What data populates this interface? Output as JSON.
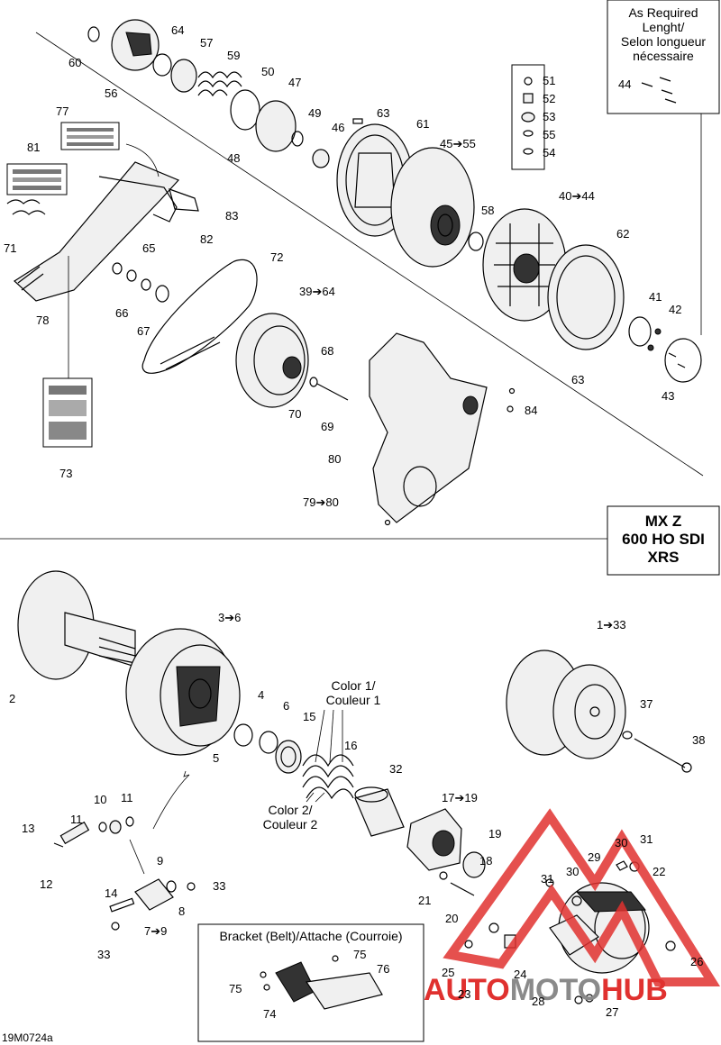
{
  "notes": {
    "as_required": [
      "As Required",
      "Lenght/",
      "Selon longueur",
      "nécessaire"
    ],
    "model": [
      "MX Z",
      "600 HO SDI",
      "XRS"
    ],
    "color1": [
      "Color 1/",
      "Couleur 1"
    ],
    "color2": [
      "Color 2/",
      "Couleur 2"
    ],
    "bracket": "Bracket (Belt)/Attache (Courroie)",
    "figure_code": "19M0724a"
  },
  "watermark": {
    "part1": "AUTO",
    "part2": "MOTO",
    "part3": "HUB",
    "color_red": "#e0312f",
    "color_gray": "#8a8a8a"
  },
  "callouts": [
    {
      "id": "c60",
      "text": "60"
    },
    {
      "id": "c64",
      "text": "64"
    },
    {
      "id": "c57",
      "text": "57"
    },
    {
      "id": "c56",
      "text": "56"
    },
    {
      "id": "c59",
      "text": "59"
    },
    {
      "id": "c50",
      "text": "50"
    },
    {
      "id": "c47",
      "text": "47"
    },
    {
      "id": "c49",
      "text": "49"
    },
    {
      "id": "c63a",
      "text": "63"
    },
    {
      "id": "c46",
      "text": "46"
    },
    {
      "id": "c48",
      "text": "48"
    },
    {
      "id": "c61",
      "text": "61"
    },
    {
      "id": "c45",
      "text": "45➔55"
    },
    {
      "id": "c58",
      "text": "58"
    },
    {
      "id": "c40",
      "text": "40➔44"
    },
    {
      "id": "c62",
      "text": "62"
    },
    {
      "id": "c41",
      "text": "41"
    },
    {
      "id": "c42",
      "text": "42"
    },
    {
      "id": "c63b",
      "text": "63"
    },
    {
      "id": "c43",
      "text": "43"
    },
    {
      "id": "c44",
      "text": "44"
    },
    {
      "id": "c51",
      "text": "51"
    },
    {
      "id": "c52",
      "text": "52"
    },
    {
      "id": "c53",
      "text": "53"
    },
    {
      "id": "c55",
      "text": "55"
    },
    {
      "id": "c54",
      "text": "54"
    },
    {
      "id": "c77",
      "text": "77"
    },
    {
      "id": "c81",
      "text": "81"
    },
    {
      "id": "c83",
      "text": "83"
    },
    {
      "id": "c82",
      "text": "82"
    },
    {
      "id": "c71",
      "text": "71"
    },
    {
      "id": "c65",
      "text": "65"
    },
    {
      "id": "c72",
      "text": "72"
    },
    {
      "id": "c39",
      "text": "39➔64"
    },
    {
      "id": "c66",
      "text": "66"
    },
    {
      "id": "c67",
      "text": "67"
    },
    {
      "id": "c78",
      "text": "78"
    },
    {
      "id": "c68",
      "text": "68"
    },
    {
      "id": "c70",
      "text": "70"
    },
    {
      "id": "c69",
      "text": "69"
    },
    {
      "id": "c84",
      "text": "84"
    },
    {
      "id": "c80",
      "text": "80"
    },
    {
      "id": "c79",
      "text": "79➔80"
    },
    {
      "id": "c73",
      "text": "73"
    },
    {
      "id": "c3",
      "text": "3➔6"
    },
    {
      "id": "c1",
      "text": "1➔33"
    },
    {
      "id": "c2",
      "text": "2"
    },
    {
      "id": "c4",
      "text": "4"
    },
    {
      "id": "c6",
      "text": "6"
    },
    {
      "id": "c15",
      "text": "15"
    },
    {
      "id": "c16",
      "text": "16"
    },
    {
      "id": "c5",
      "text": "5"
    },
    {
      "id": "c37",
      "text": "37"
    },
    {
      "id": "c38",
      "text": "38"
    },
    {
      "id": "c32",
      "text": "32"
    },
    {
      "id": "c17",
      "text": "17➔19"
    },
    {
      "id": "c10",
      "text": "10"
    },
    {
      "id": "c11a",
      "text": "11"
    },
    {
      "id": "c11b",
      "text": "11"
    },
    {
      "id": "c13",
      "text": "13"
    },
    {
      "id": "c12",
      "text": "12"
    },
    {
      "id": "c19",
      "text": "19"
    },
    {
      "id": "c18",
      "text": "18"
    },
    {
      "id": "c9",
      "text": "9"
    },
    {
      "id": "c29",
      "text": "29"
    },
    {
      "id": "c30a",
      "text": "30"
    },
    {
      "id": "c31a",
      "text": "31"
    },
    {
      "id": "c22",
      "text": "22"
    },
    {
      "id": "c31b",
      "text": "31"
    },
    {
      "id": "c30b",
      "text": "30"
    },
    {
      "id": "c33a",
      "text": "33"
    },
    {
      "id": "c14",
      "text": "14"
    },
    {
      "id": "c8",
      "text": "8"
    },
    {
      "id": "c21",
      "text": "21"
    },
    {
      "id": "c7",
      "text": "7➔9"
    },
    {
      "id": "c20",
      "text": "20"
    },
    {
      "id": "c33b",
      "text": "33"
    },
    {
      "id": "c75a",
      "text": "75"
    },
    {
      "id": "c76",
      "text": "76"
    },
    {
      "id": "c75b",
      "text": "75"
    },
    {
      "id": "c74",
      "text": "74"
    },
    {
      "id": "c25",
      "text": "25"
    },
    {
      "id": "c24",
      "text": "24"
    },
    {
      "id": "c23",
      "text": "23"
    },
    {
      "id": "c26",
      "text": "26"
    },
    {
      "id": "c28",
      "text": "28"
    },
    {
      "id": "c27",
      "text": "27"
    }
  ]
}
